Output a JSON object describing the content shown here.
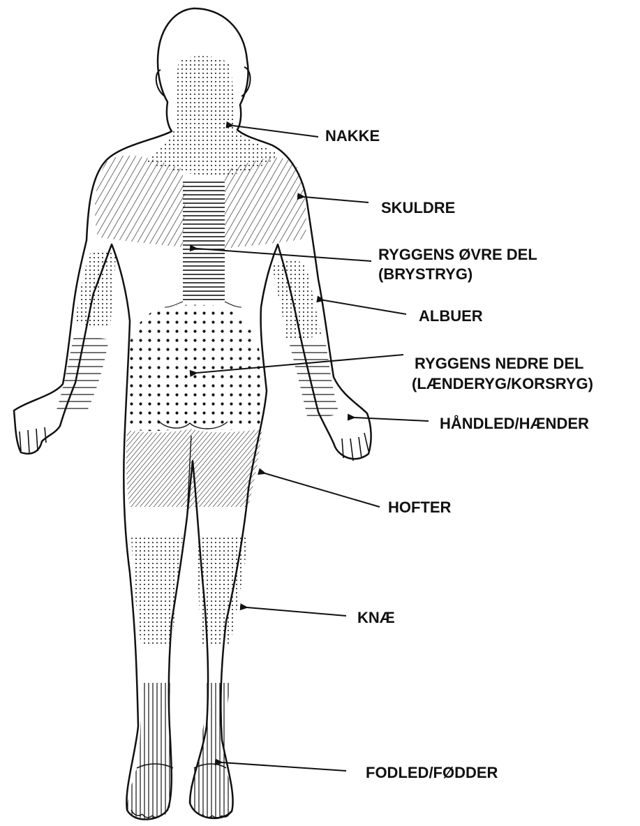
{
  "colors": {
    "ink": "#111111",
    "paper": "#ffffff"
  },
  "labels": {
    "neck": "NAKKE",
    "shoulders": "SKULDRE",
    "upper_back": "RYGGENS ØVRE DEL",
    "upper_back_sub": "(BRYSTRYG)",
    "elbows": "ALBUER",
    "lower_back": "RYGGENS NEDRE DEL",
    "lower_back_sub": "(LÆNDERYG/KORSRYG)",
    "wrists_hands": "HÅNDLED/HÆNDER",
    "hips": "HOFTER",
    "knees": "KNÆ",
    "ankles_feet": "FODLED/FØDDER"
  }
}
